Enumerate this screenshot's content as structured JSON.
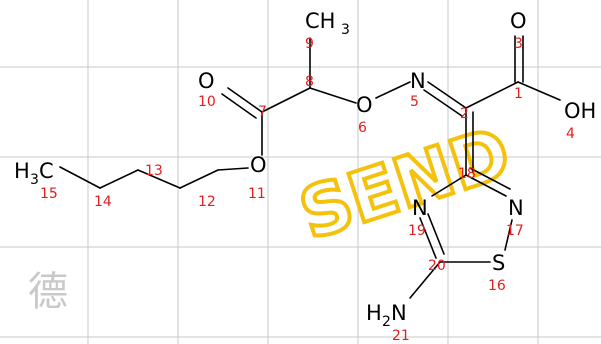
{
  "atoms": {
    "ch3_top": "CH",
    "ch3_top_sub": "3",
    "h3c_left": "H",
    "h3c_left_sub": "3",
    "h3c_left_c": "C",
    "o_ester_dbl": "O",
    "o_acid_dbl": "O",
    "oh": "OH",
    "n_oxime": "N",
    "o_oxime": "O",
    "o_ester": "O",
    "n_ring19": "N",
    "n_ring17": "N",
    "s_ring": "S",
    "nh2_h": "H",
    "nh2_sub": "2",
    "nh2_n": "N"
  },
  "numbers": {
    "n1": "1",
    "n2": "2",
    "n3": "3",
    "n4": "4",
    "n5": "5",
    "n6": "6",
    "n7": "7",
    "n8": "8",
    "n9": "9",
    "n10": "10",
    "n11": "11",
    "n12": "12",
    "n13": "13",
    "n14": "14",
    "n15": "15",
    "n16": "16",
    "n17": "17",
    "n18": "18",
    "n19": "19",
    "n20": "20",
    "n21": "21"
  },
  "watermark": {
    "text": "SEND",
    "char": "德"
  },
  "colors": {
    "atom": "#000000",
    "number": "#e02020",
    "watermark": "#f4c20d",
    "grid": "#c8c8c8"
  }
}
